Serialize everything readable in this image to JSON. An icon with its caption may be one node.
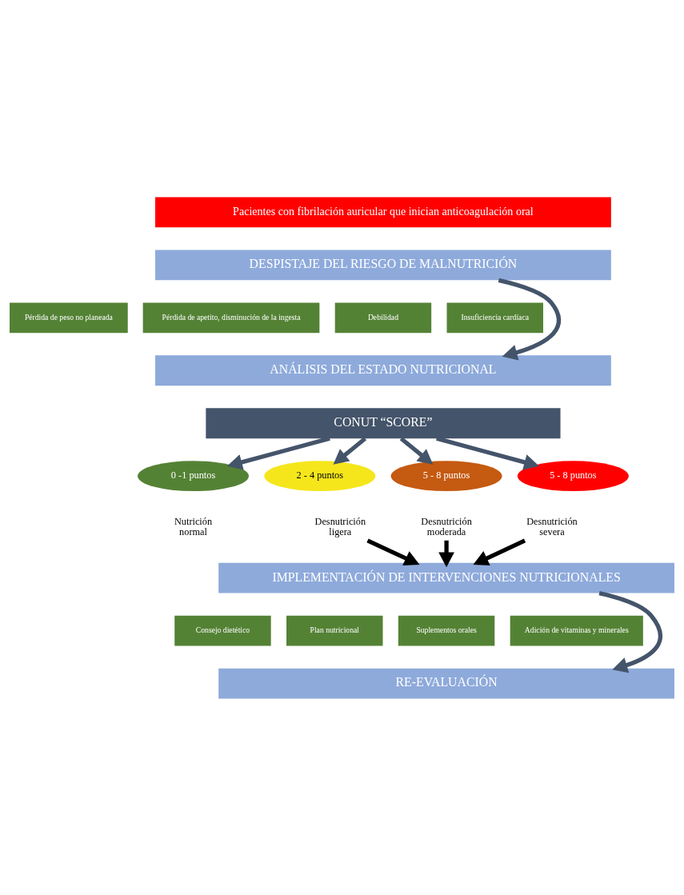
{
  "diagram": {
    "nodes": [
      {
        "text": [
          "Pacientes con fibrilación auricular que inician anticoagulación oral"
        ]
      },
      {
        "text": [
          "DESPISTAJE DEL RIESGO DE MALNUTRICIÓN"
        ]
      },
      {
        "text": [
          "Pérdida de peso no planeada"
        ]
      },
      {
        "text": [
          "Pérdida de apetito, disminución de la ingesta"
        ]
      },
      {
        "text": [
          "Debilidad"
        ]
      },
      {
        "text": [
          "Insuficiencia cardíaca"
        ]
      },
      {
        "text": [
          "ANÁLISIS DEL ESTADO NUTRICIONAL"
        ]
      },
      {
        "text": [
          "CONUT “SCORE”"
        ]
      },
      {
        "text": [
          "0 -1 puntos"
        ],
        "beside": [
          "Nutrición normal"
        ]
      },
      {
        "text": [
          "2 - 4 puntos"
        ],
        "beside": [
          "Desnutrición ligera"
        ]
      },
      {
        "text": [
          "5 - 8 puntos"
        ],
        "beside": [
          "Desnutrición moderada"
        ]
      },
      {
        "text": [
          "5 - 8 puntos"
        ],
        "beside": [
          "Desnutrición severa"
        ]
      },
      {
        "text": [
          "IMPLEMENTACIÓN DE INTERVENCIONES NUTRICIONALES"
        ]
      },
      {
        "text": [
          "Consejo dietético"
        ]
      },
      {
        "text": [
          "Plan nutricional"
        ]
      },
      {
        "text": [
          "Suplementos orales"
        ]
      },
      {
        "text": [
          "Adición de vitaminas y minerales"
        ]
      },
      {
        "text": [
          "RE-EVALUACIÓN"
        ]
      }
    ],
    "edges": [
      {
        "from": 1,
        "to": 6,
        "arrow": "to"
      },
      {
        "from": 7,
        "to": 8,
        "arrow": "to"
      },
      {
        "from": 7,
        "to": 9,
        "arrow": "to"
      },
      {
        "from": 7,
        "to": 10,
        "arrow": "to"
      },
      {
        "from": 7,
        "to": 11,
        "arrow": "to"
      },
      {
        "from": 9,
        "to": 12,
        "arrow": "to",
        "color": "#000000"
      },
      {
        "from": 10,
        "to": 12,
        "arrow": "to",
        "color": "#000000"
      },
      {
        "from": 11,
        "to": 12,
        "arrow": "to",
        "color": "#000000"
      },
      {
        "from": 12,
        "to": 17,
        "arrow": "to"
      }
    ]
  }
}
